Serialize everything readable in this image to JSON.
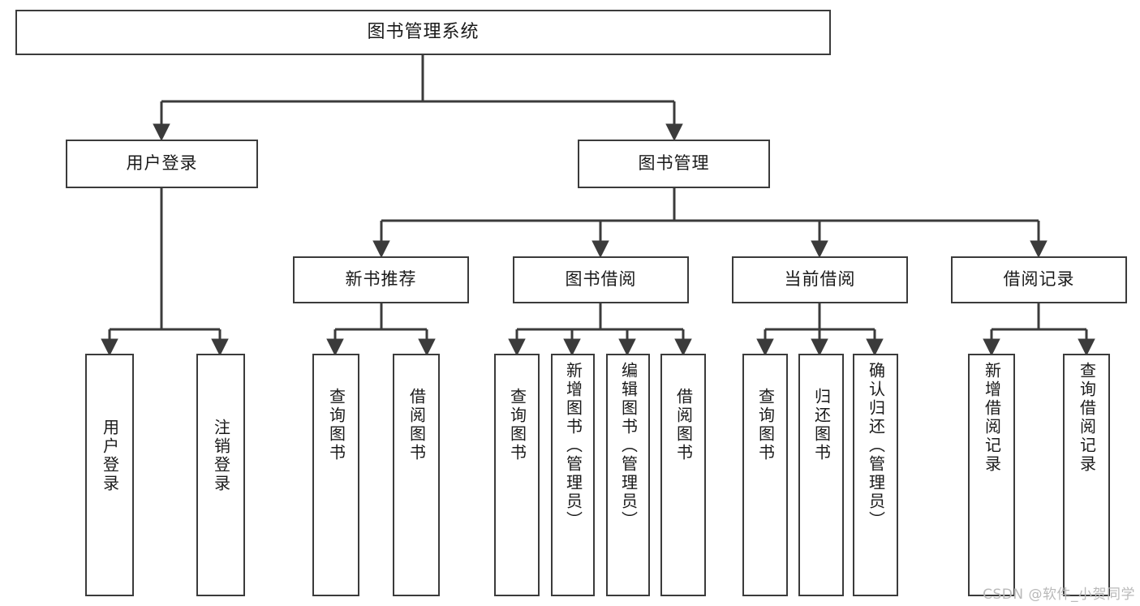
{
  "diagram": {
    "title": "图书管理系统",
    "watermark": "CSDN @软件_小贺同学",
    "stroke_color": "#3b3b3b",
    "text_color": "#1a1a1a",
    "background_color": "#ffffff",
    "root": {
      "label": "图书管理系统"
    },
    "level1": [
      {
        "label": "用户登录"
      },
      {
        "label": "图书管理"
      }
    ],
    "level2": [
      {
        "label": "新书推荐"
      },
      {
        "label": "图书借阅"
      },
      {
        "label": "当前借阅"
      },
      {
        "label": "借阅记录"
      }
    ],
    "leaves": {
      "user_login": [
        {
          "label": "用户登录"
        },
        {
          "label": "注销登录"
        }
      ],
      "new_book_recommend": [
        {
          "label": "查询图书"
        },
        {
          "label": "借阅图书"
        }
      ],
      "book_borrow": [
        {
          "label": "查询图书"
        },
        {
          "label": "新增图书（管理员）"
        },
        {
          "label": "编辑图书（管理员）"
        },
        {
          "label": "借阅图书"
        }
      ],
      "current_borrow": [
        {
          "label": "查询图书"
        },
        {
          "label": "归还图书"
        },
        {
          "label": "确认归还（管理员）"
        }
      ],
      "borrow_record": [
        {
          "label": "新增借阅记录"
        },
        {
          "label": "查询借阅记录"
        }
      ]
    }
  }
}
